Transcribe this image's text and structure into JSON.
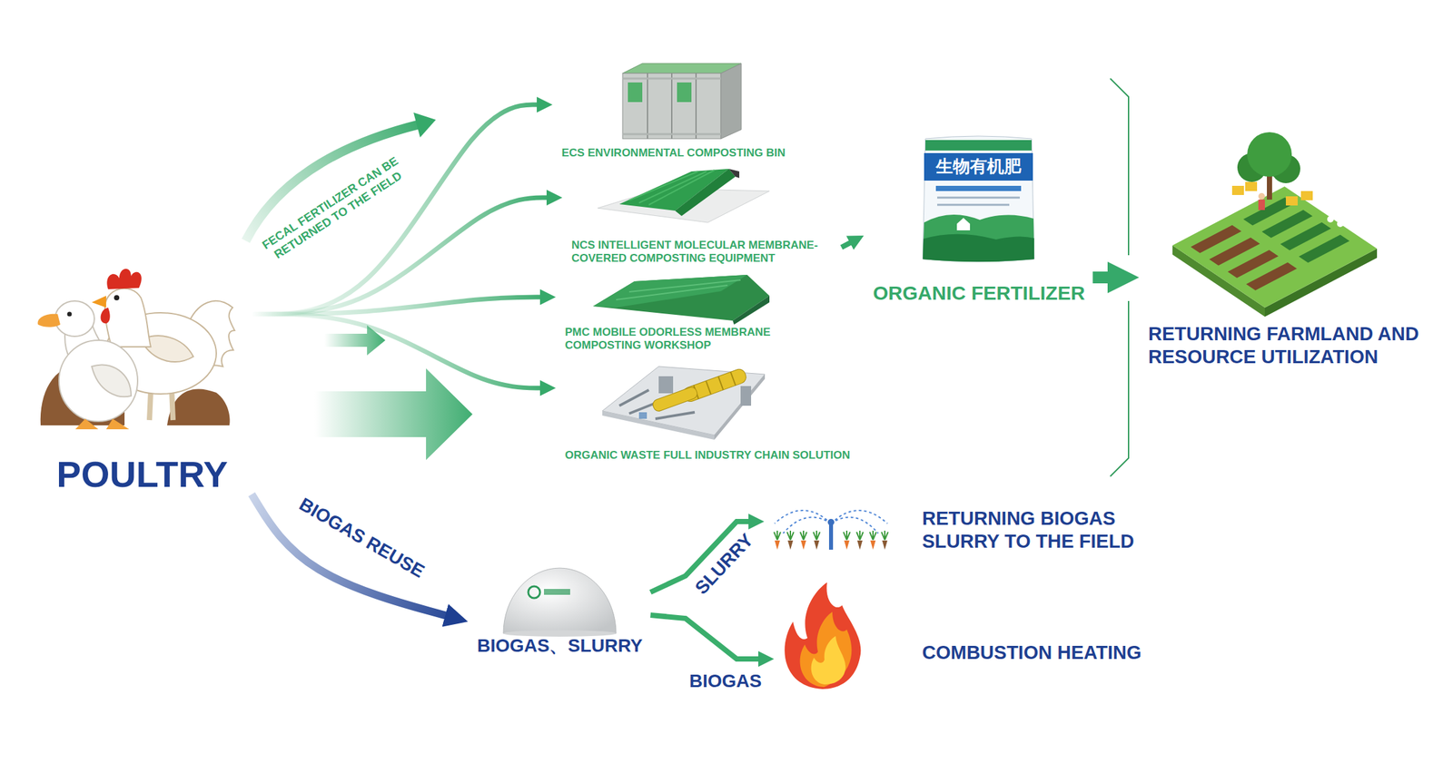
{
  "diagram": {
    "nodes": [
      {
        "text": [
          "POULTRY"
        ]
      },
      {
        "text": [
          "ECS ENVIRONMENTAL COMPOSTING BIN"
        ]
      },
      {
        "text": [
          "NCS INTELLIGENT MOLECULAR MEMBRANE-COVERED COMPOSTING EQUIPMENT"
        ]
      },
      {
        "text": [
          "PMC MOBILE ODORLESS MEMBRANE COMPOSTING WORKSHOP"
        ]
      },
      {
        "text": [
          "ORGANIC WASTE FULL INDUSTRY CHAIN SOLUTION"
        ]
      },
      {
        "text": [
          "ORGANIC FERTILIZER"
        ]
      },
      {
        "text": [
          "RETURNING FARMLAND AND RESOURCE UTILIZATION"
        ]
      },
      {
        "text": [
          "BIOGAS、SLURRY"
        ]
      },
      {
        "text": [
          "RETURNING BIOGAS SLURRY TO THE FIELD"
        ]
      },
      {
        "text": [
          "COMBUSTION HEATING"
        ]
      }
    ],
    "edges": [
      {
        "from": 0,
        "to": 1,
        "arrow": "to"
      },
      {
        "from": 0,
        "to": 2,
        "arrow": "to"
      },
      {
        "from": 0,
        "to": 3,
        "arrow": "to"
      },
      {
        "from": 0,
        "to": 4,
        "arrow": "to"
      },
      {
        "from": 2,
        "to": 5,
        "arrow": "to"
      },
      {
        "from": 5,
        "to": 6,
        "arrow": "to"
      },
      {
        "from": 0,
        "to": 7,
        "label": "BIOGAS REUSE",
        "arrow": "to"
      },
      {
        "from": 7,
        "to": 8,
        "label": "SLURRY",
        "arrow": "to"
      },
      {
        "from": 7,
        "to": 9,
        "label": "BIOGAS",
        "arrow": "to"
      }
    ],
    "labels": [
      "FECAL FERTILIZER CAN BE RETURNED TO THE FIELD",
      "生物有机肥"
    ]
  }
}
